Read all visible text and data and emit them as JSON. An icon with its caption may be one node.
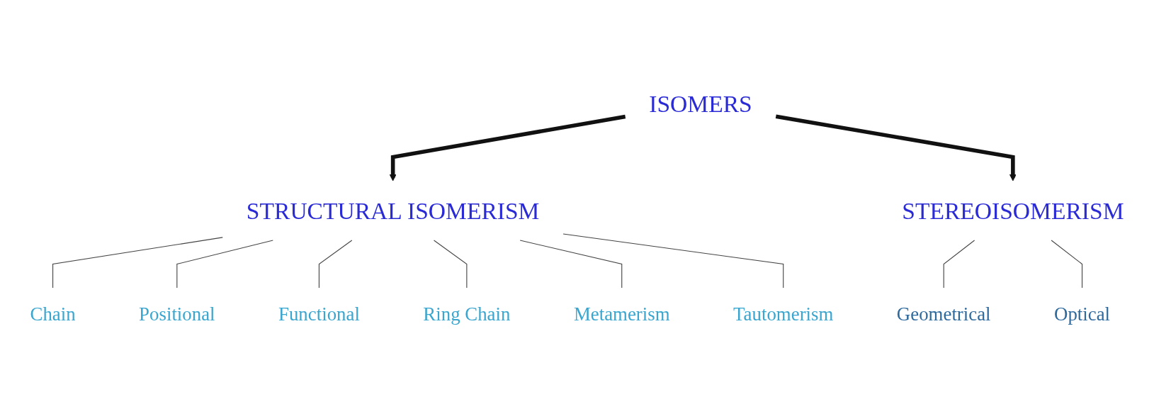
{
  "diagram": {
    "nodes": [
      {
        "text": [
          "ISOMERS"
        ]
      },
      {
        "text": [
          "STRUCTURAL ISOMERISM"
        ]
      },
      {
        "text": [
          "STEREOISOMERISM"
        ]
      },
      {
        "text": [
          "Chain"
        ]
      },
      {
        "text": [
          "Positional"
        ]
      },
      {
        "text": [
          "Functional"
        ]
      },
      {
        "text": [
          "Ring Chain"
        ]
      },
      {
        "text": [
          "Metamerism"
        ]
      },
      {
        "text": [
          "Tautomerism"
        ]
      },
      {
        "text": [
          "Geometrical"
        ]
      },
      {
        "text": [
          "Optical"
        ]
      }
    ],
    "edges": [
      {
        "from": 0,
        "to": 1,
        "arrow": "to",
        "style": "thick"
      },
      {
        "from": 0,
        "to": 2,
        "arrow": "to",
        "style": "thick"
      },
      {
        "from": 1,
        "to": 3,
        "arrow": "none"
      },
      {
        "from": 1,
        "to": 4,
        "arrow": "none"
      },
      {
        "from": 1,
        "to": 5,
        "arrow": "none"
      },
      {
        "from": 1,
        "to": 6,
        "arrow": "none"
      },
      {
        "from": 1,
        "to": 7,
        "arrow": "none"
      },
      {
        "from": 1,
        "to": 8,
        "arrow": "none"
      },
      {
        "from": 2,
        "to": 9,
        "arrow": "none"
      },
      {
        "from": 2,
        "to": 10,
        "arrow": "none"
      }
    ]
  }
}
